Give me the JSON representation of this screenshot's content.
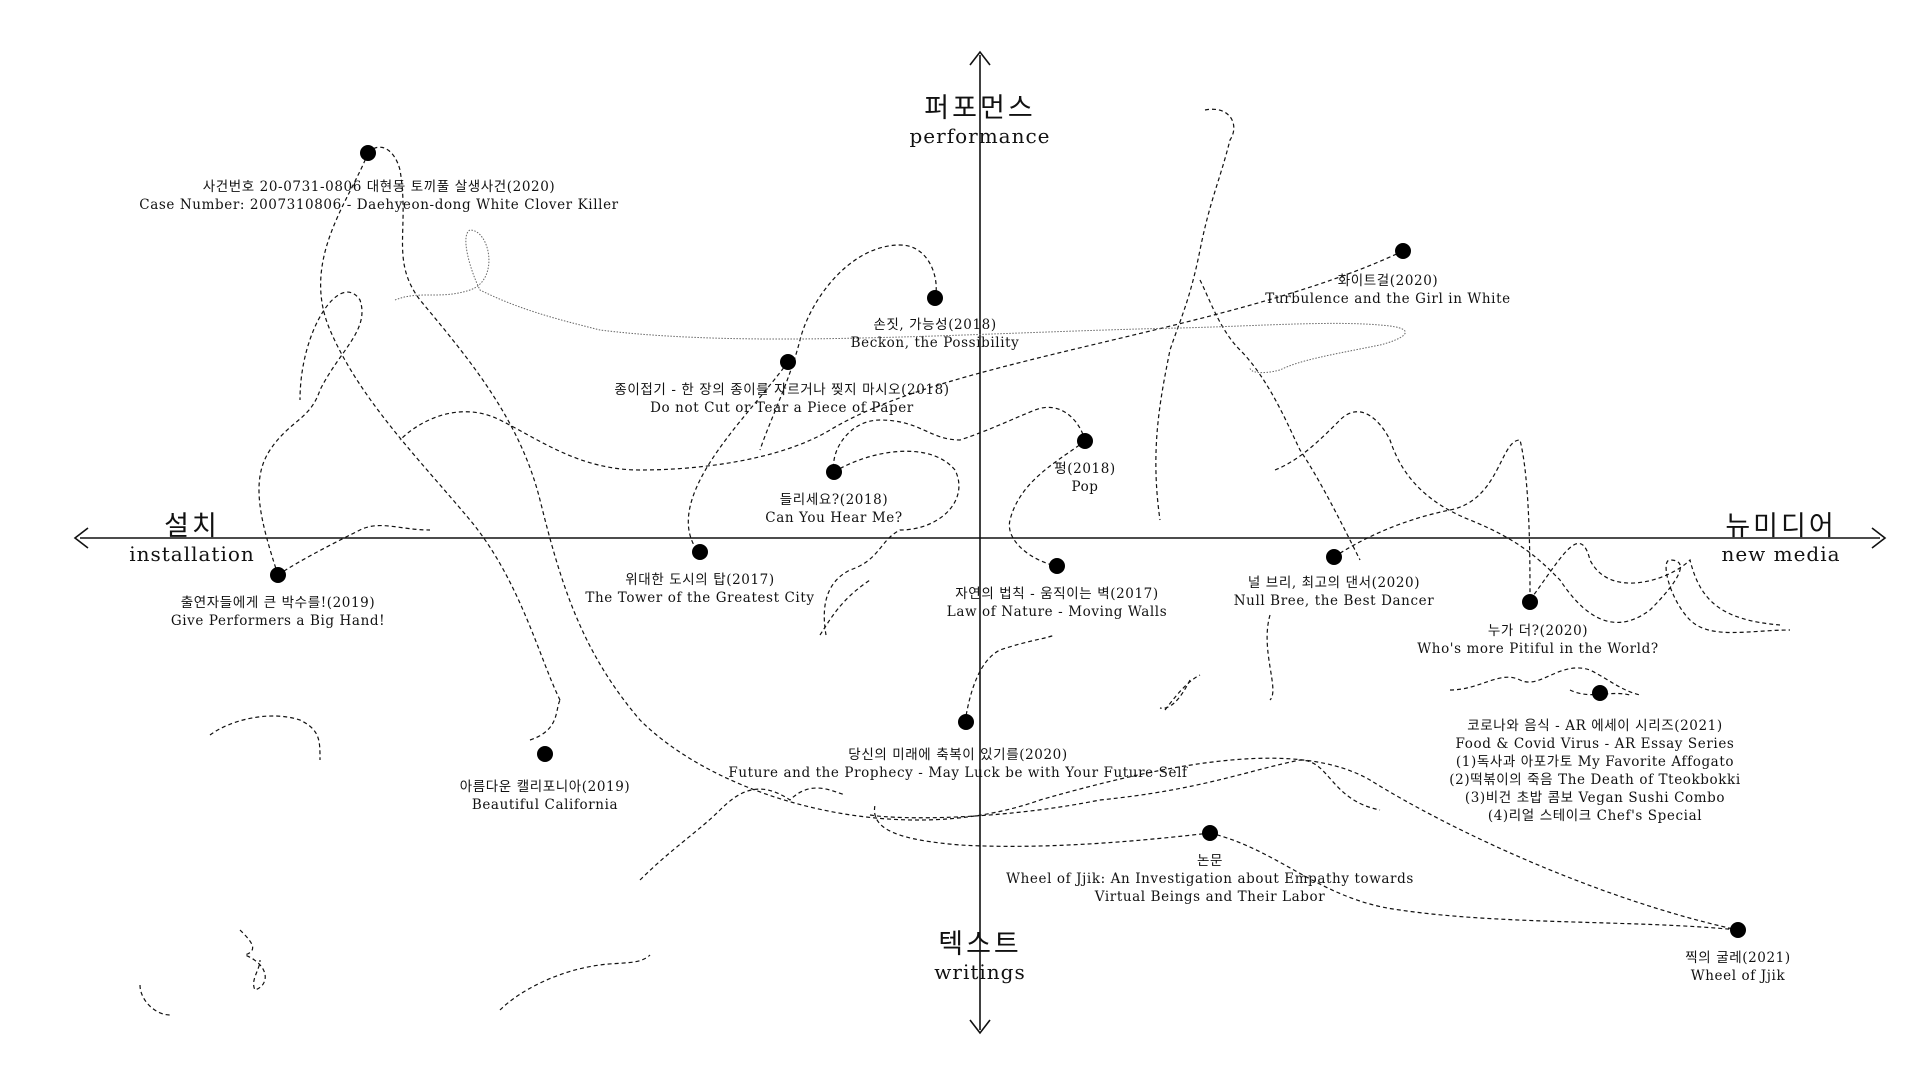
{
  "axes": {
    "top": {
      "ko": "퍼포먼스",
      "en": "performance"
    },
    "bottom": {
      "ko": "텍스트",
      "en": "writings"
    },
    "left": {
      "ko": "설치",
      "en": "installation"
    },
    "right": {
      "ko": "뉴미디어",
      "en": "new media"
    }
  },
  "works": [
    {
      "id": "case-number",
      "lines": [
        "사건번호 20-0731-0806 대현동 토끼풀 살생사건(2020)",
        "Case Number: 2007310806 - Daehyeon-dong White Clover Killer"
      ]
    },
    {
      "id": "white-girl",
      "lines": [
        "화이트걸(2020)",
        "Turbulence and the Girl in White"
      ]
    },
    {
      "id": "beckon",
      "lines": [
        "손짓, 가능성(2018)",
        "Beckon, the Possibility"
      ]
    },
    {
      "id": "paper",
      "lines": [
        "종이접기 - 한 장의 종이를 자르거나 찢지 마시오(2018)",
        "Do not Cut or Tear a Piece of Paper"
      ]
    },
    {
      "id": "pop",
      "lines": [
        "펑(2018)",
        "Pop"
      ]
    },
    {
      "id": "hear-me",
      "lines": [
        "들리세요?(2018)",
        "Can You Hear Me?"
      ]
    },
    {
      "id": "tower",
      "lines": [
        "위대한 도시의 탑(2017)",
        "The Tower of the Greatest City"
      ]
    },
    {
      "id": "law-nature",
      "lines": [
        "자연의 법칙 - 움직이는 벽(2017)",
        "Law of Nature - Moving Walls"
      ]
    },
    {
      "id": "null-bree",
      "lines": [
        "널 브리, 최고의 댄서(2020)",
        "Null Bree, the Best Dancer"
      ]
    },
    {
      "id": "pitiful",
      "lines": [
        "누가 더?(2020)",
        "Who's more Pitiful in the World?"
      ]
    },
    {
      "id": "big-hand",
      "lines": [
        "출연자들에게 큰 박수를!(2019)",
        "Give Performers a Big Hand!"
      ]
    },
    {
      "id": "covid-food",
      "lines": [
        "코로나와 음식 - AR 에세이 시리즈(2021)",
        "Food & Covid Virus - AR Essay Series",
        "(1)독사과 아포가토 My Favorite Affogato",
        "(2)떡볶이의 죽음 The Death of Tteokbokki",
        "(3)비건 초밥 콤보 Vegan Sushi Combo",
        "(4)리얼 스테이크 Chef's Special"
      ]
    },
    {
      "id": "future",
      "lines": [
        "당신의 미래에 축복이 있기를(2020)",
        "Future and the Prophecy - May Luck be with Your Future Self"
      ]
    },
    {
      "id": "california",
      "lines": [
        "아름다운 캘리포니아(2019)",
        "Beautiful California"
      ]
    },
    {
      "id": "thesis",
      "lines": [
        "논문",
        "Wheel of Jjik: An Investigation about Empathy towards",
        "Virtual Beings and Their Labor"
      ]
    },
    {
      "id": "jjik",
      "lines": [
        "찍의 굴레(2021)",
        "Wheel of Jjik"
      ]
    }
  ]
}
